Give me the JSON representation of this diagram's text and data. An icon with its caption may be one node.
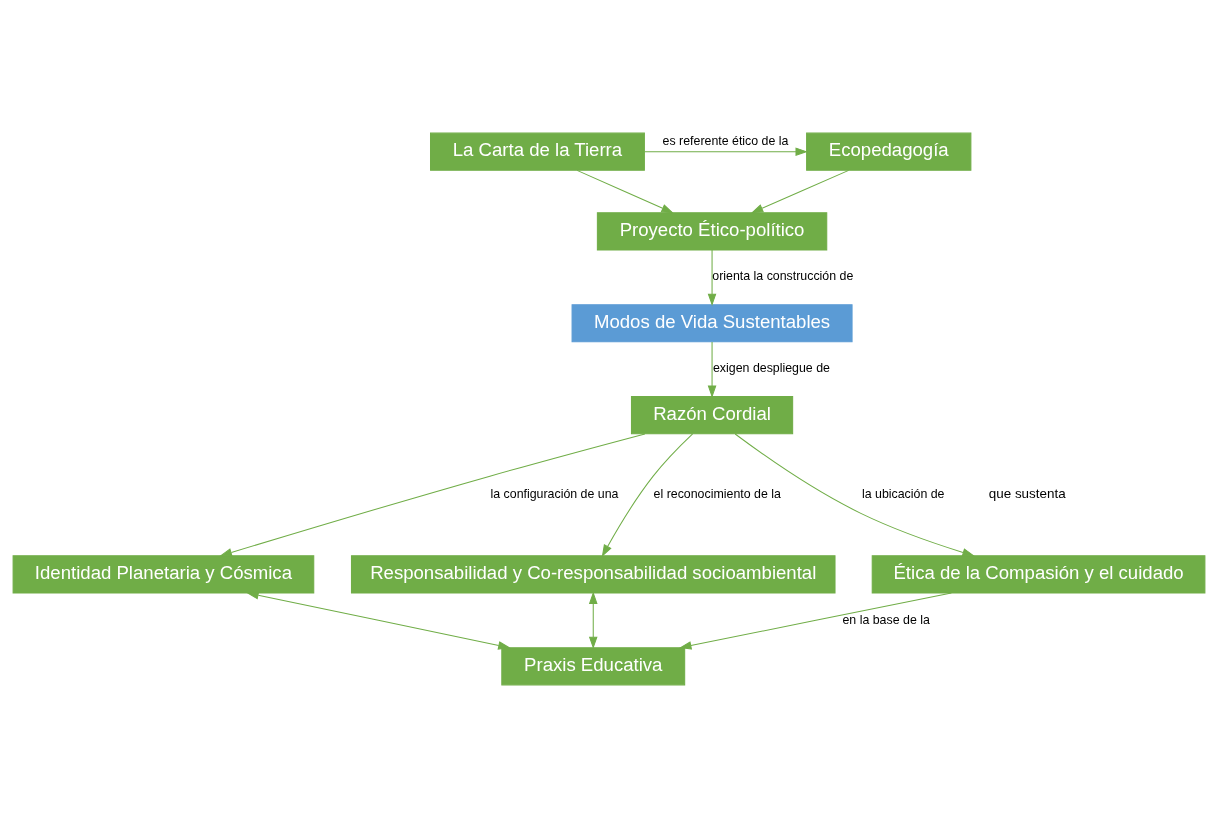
{
  "diagram": {
    "nodes": [
      {
        "text": [
          "La Carta de la Tierra"
        ]
      },
      {
        "text": [
          "Ecopedagogía"
        ]
      },
      {
        "text": [
          "Proyecto Ético-político"
        ]
      },
      {
        "text": [
          "Modos de Vida Sustentables"
        ]
      },
      {
        "text": [
          "Razón Cordial"
        ]
      },
      {
        "text": [
          "Identidad Planetaria y Cósmica"
        ]
      },
      {
        "text": [
          "Ética de la Compasión y el cuidado"
        ]
      },
      {
        "text": [
          "Responsabilidad y Co-responsabilidad socioambiental"
        ]
      },
      {
        "text": [
          "Praxis Educativa"
        ]
      }
    ],
    "edges": [
      {
        "from": 0,
        "to": 1,
        "arrow": "to",
        "label": "es referente ético de la"
      },
      {
        "from": 0,
        "to": 2,
        "arrow": "to"
      },
      {
        "from": 1,
        "to": 2,
        "arrow": "to"
      },
      {
        "from": 2,
        "to": 3,
        "arrow": "to",
        "label": "orienta la construcción de"
      },
      {
        "from": 3,
        "to": 4,
        "arrow": "to",
        "label": "exigen despliegue de"
      },
      {
        "from": 4,
        "to": 5,
        "arrow": "to",
        "label": "la configuración de una"
      },
      {
        "from": 4,
        "to": 6,
        "arrow": "to",
        "label": "la ubicación de"
      },
      {
        "from": 4,
        "to": 7,
        "arrow": "to",
        "label": "el reconocimiento de la"
      },
      {
        "from": 6,
        "to": 8,
        "arrow": "to",
        "label": "en la base de la"
      },
      {
        "from": 5,
        "to": 8,
        "arrow": "both"
      },
      {
        "from": 7,
        "to": 8,
        "arrow": "both"
      }
    ],
    "labels": [
      "que sustenta"
    ]
  }
}
